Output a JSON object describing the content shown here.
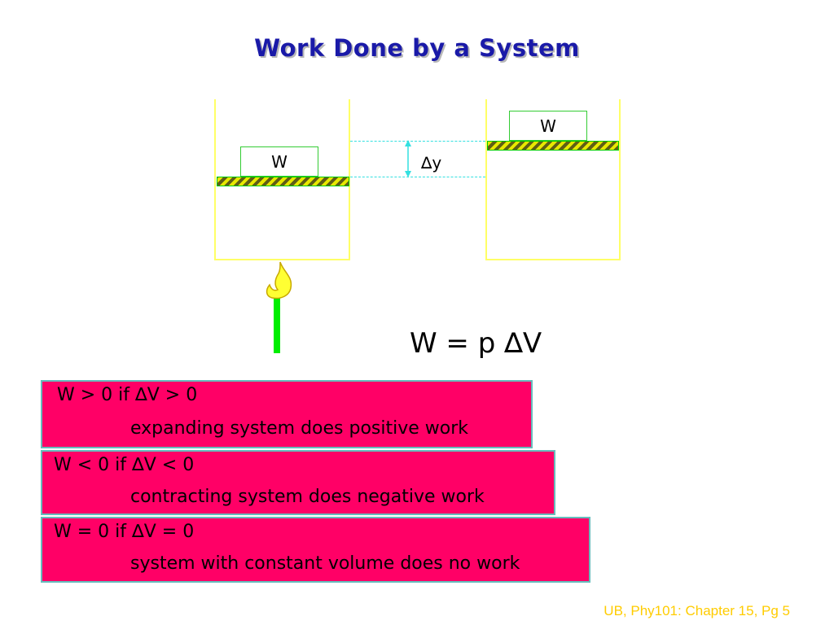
{
  "title": "Work Done by a System",
  "left_cylinder": {
    "weight_label": "W"
  },
  "right_cylinder": {
    "weight_label": "W"
  },
  "displacement_label": "∆y",
  "formula": "W = p ∆V",
  "conditions": [
    {
      "condition": "W > 0 if ∆V > 0",
      "description": "expanding system does positive work"
    },
    {
      "condition": "W < 0 if ∆V < 0",
      "description": "contracting system does negative work"
    },
    {
      "condition": "W = 0 if ∆V = 0",
      "description": "system with constant volume does no work"
    }
  ],
  "footer": "UB, Phy101: Chapter 15, Pg 5",
  "colors": {
    "title": "#1a1aa8",
    "cylinder_wall": "#ffff66",
    "piston_stripe_dark": "#5e5e16",
    "piston_stripe_light": "#e8e800",
    "weight_border": "#33cc33",
    "dashed_guide": "#33e0e0",
    "condition_box": "#ff0066",
    "condition_box_border": "#66bcbc",
    "burner_stem": "#00ee00",
    "flame": "#ffff33",
    "footer": "#ffcc00"
  },
  "icons": [
    "flame-icon",
    "burner-icon",
    "double-arrow-icon"
  ]
}
